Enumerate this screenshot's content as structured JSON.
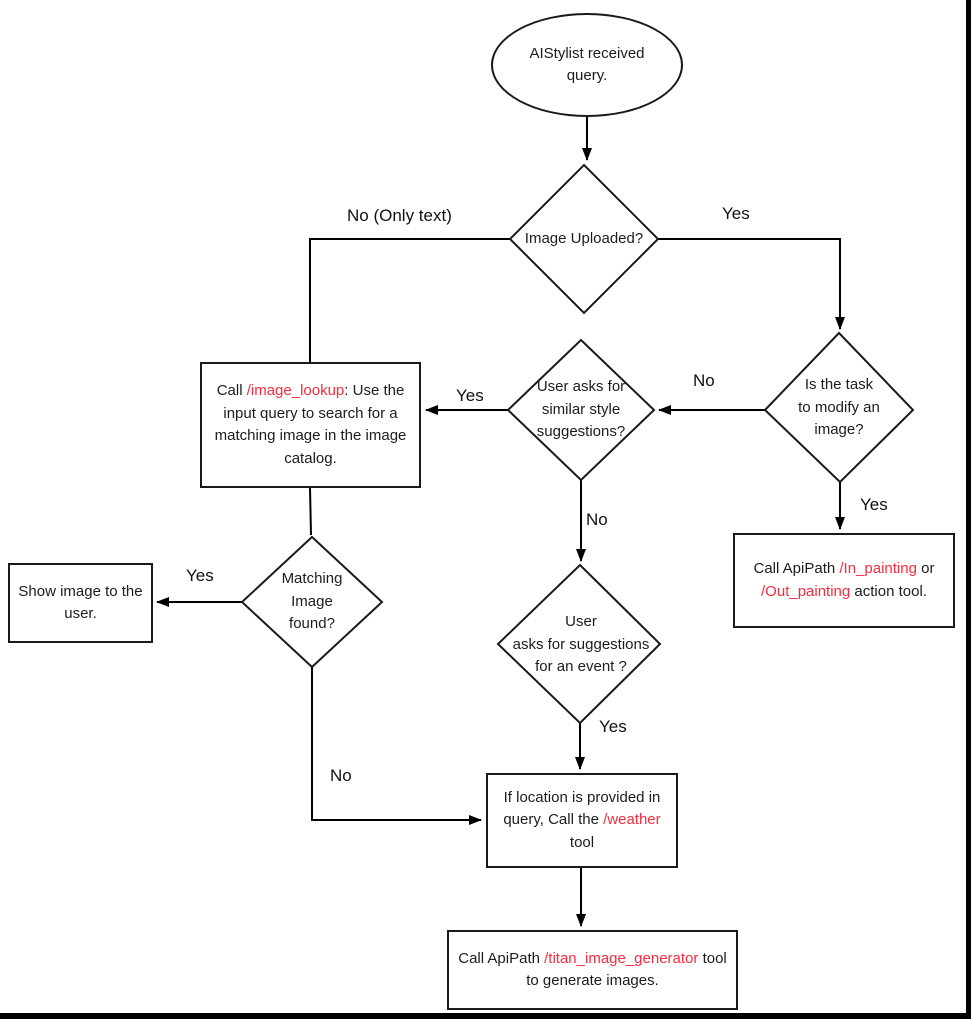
{
  "colors": {
    "api_red": "#f82c3c",
    "line_black": "#000000"
  },
  "nodes": {
    "start": {
      "text": "AIStylist received\nquery."
    },
    "image_uploaded": {
      "text": "Image Uploaded?"
    },
    "modify_image": {
      "text": "Is the task\nto modify an\nimage?"
    },
    "similar_style": {
      "text": "User asks for\nsimilar style\nsuggestions?"
    },
    "image_lookup": {
      "pre": "Call ",
      "api": "/image_lookup",
      "post": ": Use the input query to search for a matching image in the image catalog."
    },
    "painting": {
      "pre": "Call ApiPath ",
      "api1": "/In_painting",
      "mid": " or ",
      "api2": "/Out_painting",
      "post": " action tool."
    },
    "matching_found": {
      "text": "Matching\nImage\nfound?"
    },
    "show_image": {
      "text": "Show image to the user."
    },
    "event_suggestions": {
      "text": "User\nasks for suggestions\nfor an event ?"
    },
    "weather": {
      "pre": "If location is provided in query, Call the ",
      "api": "/weather",
      "post": " tool"
    },
    "titan": {
      "pre": "Call ApiPath ",
      "api": "/titan_image_generator",
      "post": " tool to generate images."
    }
  },
  "edges": {
    "no_only_text": "No (Only text)",
    "yes_image_uploaded": "Yes",
    "no_modify": "No",
    "yes_style": "Yes",
    "yes_modify": "Yes",
    "no_style": "No",
    "yes_event": "Yes",
    "yes_matching": "Yes",
    "no_matching": "No"
  }
}
